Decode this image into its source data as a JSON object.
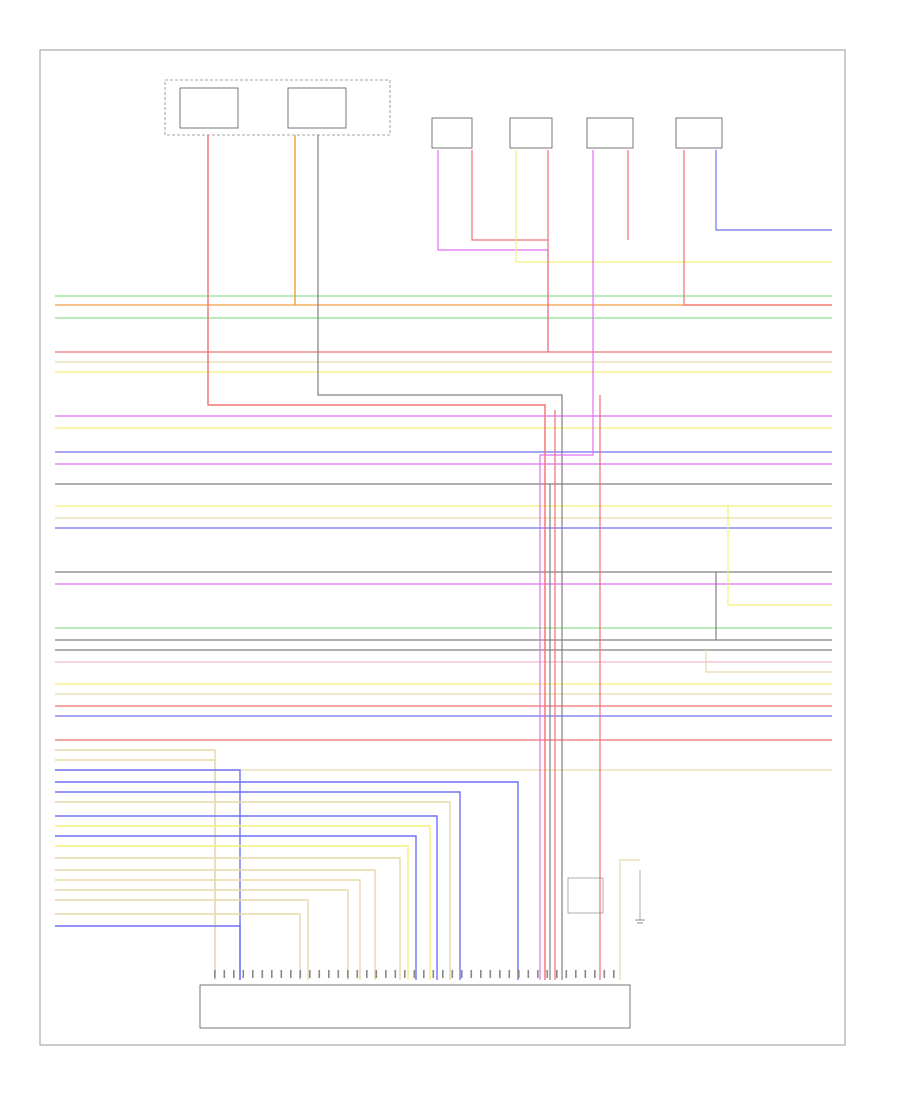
{
  "diagram": {
    "title": "",
    "footer_label": "",
    "bottom_module_label": "",
    "colors": {
      "red": "#f07070",
      "orange": "#f0a040",
      "yellow": "#f5f07a",
      "green": "#8fe08f",
      "blue": "#7070f5",
      "violet": "#e070f0",
      "gray": "#808080",
      "tan": "#e6d9a8",
      "pink": "#f3b8c8",
      "frame": "#999999",
      "component": "#555555"
    },
    "top_components": [
      {
        "id": "fuse-box-1",
        "label": ""
      },
      {
        "id": "fuse-box-2",
        "label": ""
      },
      {
        "id": "module-1",
        "label": ""
      },
      {
        "id": "module-2",
        "label": ""
      },
      {
        "id": "module-3",
        "label": ""
      },
      {
        "id": "module-4",
        "label": ""
      }
    ],
    "ground_label": "",
    "connector_label": ""
  }
}
